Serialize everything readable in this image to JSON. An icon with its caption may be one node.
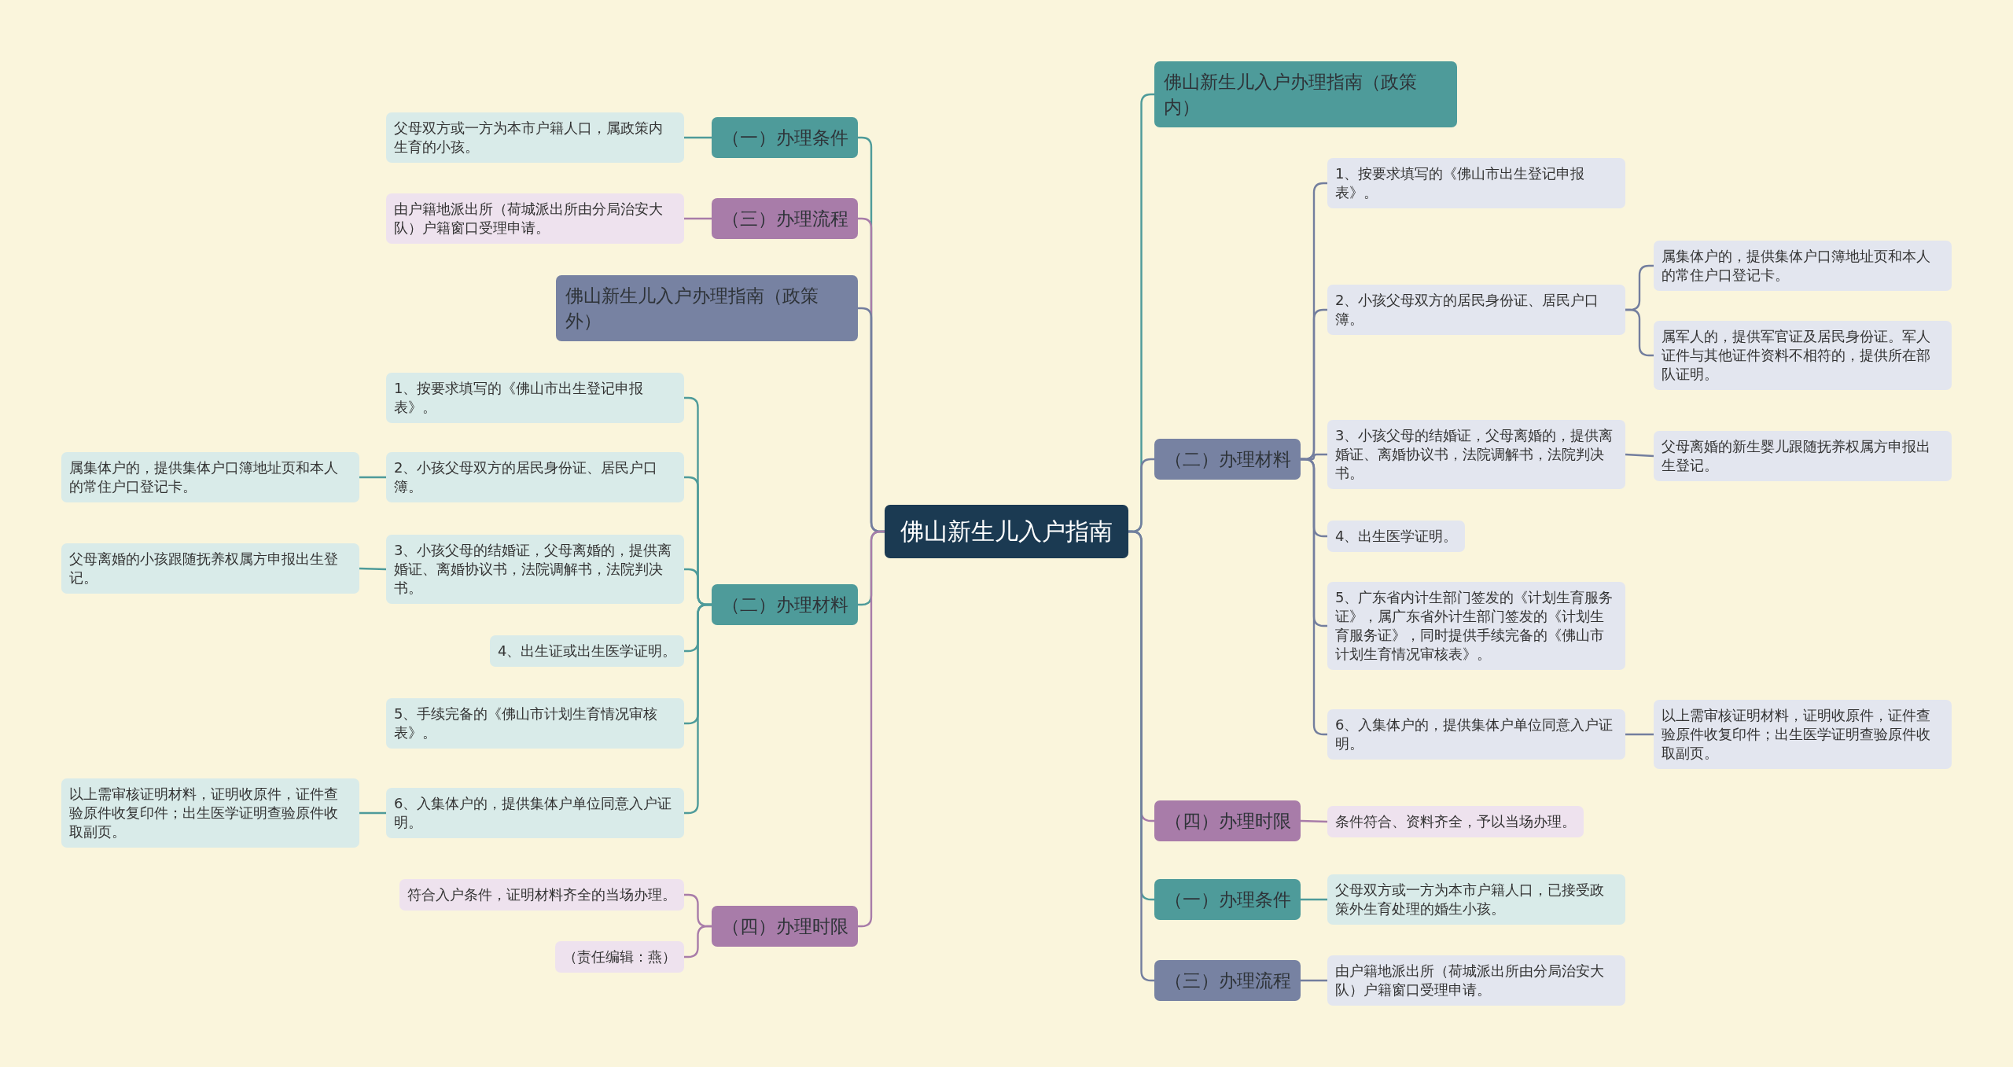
{
  "diagram": {
    "nodes": [
      {
        "text": [
          "佛山新生儿入户指南"
        ]
      },
      {
        "text": [
          "（一）办理条件"
        ]
      },
      {
        "text": [
          "父母双方或一方为本市户籍人口，属政策内生育的小孩。"
        ]
      },
      {
        "text": [
          "（三）办理流程"
        ]
      },
      {
        "text": [
          "由户籍地派出所（荷城派出所由分局治安大队）户籍窗口受理申请。"
        ]
      },
      {
        "text": [
          "佛山新生儿入户办理指南（政策外）"
        ]
      },
      {
        "text": [
          "（二）办理材料"
        ]
      },
      {
        "text": [
          "1、按要求填写的《佛山市出生登记申报表》。"
        ]
      },
      {
        "text": [
          "2、小孩父母双方的居民身份证、居民户口簿。"
        ]
      },
      {
        "text": [
          "属集体户的，提供集体户口簿地址页和本人的常住户口登记卡。"
        ]
      },
      {
        "text": [
          "3、小孩父母的结婚证，父母离婚的，提供离婚证、离婚协议书，法院调解书，法院判决书。"
        ]
      },
      {
        "text": [
          "父母离婚的小孩跟随抚养权属方申报出生登记。"
        ]
      },
      {
        "text": [
          "4、出生证或出生医学证明。"
        ]
      },
      {
        "text": [
          "5、手续完备的《佛山市计划生育情况审核表》。"
        ]
      },
      {
        "text": [
          "6、入集体户的，提供集体户单位同意入户证明。"
        ]
      },
      {
        "text": [
          "以上需审核证明材料，证明收原件，证件查验原件收复印件；出生医学证明查验原件收取副页。"
        ]
      },
      {
        "text": [
          "（四）办理时限"
        ]
      },
      {
        "text": [
          "符合入户条件，证明材料齐全的当场办理。"
        ]
      },
      {
        "text": [
          "（责任编辑：燕）"
        ]
      },
      {
        "text": [
          "佛山新生儿入户办理指南（政策内）"
        ]
      },
      {
        "text": [
          "（二）办理材料"
        ]
      },
      {
        "text": [
          "1、按要求填写的《佛山市出生登记申报表》。"
        ]
      },
      {
        "text": [
          "2、小孩父母双方的居民身份证、居民户口簿。"
        ]
      },
      {
        "text": [
          "属集体户的，提供集体户口簿地址页和本人的常住户口登记卡。"
        ]
      },
      {
        "text": [
          "属军人的，提供军官证及居民身份证。军人证件与其他证件资料不相符的，提供所在部队证明。"
        ]
      },
      {
        "text": [
          "3、小孩父母的结婚证，父母离婚的，提供离婚证、离婚协议书，法院调解书，法院判决书。"
        ]
      },
      {
        "text": [
          "父母离婚的新生婴儿跟随抚养权属方申报出生登记。"
        ]
      },
      {
        "text": [
          "4、出生医学证明。"
        ]
      },
      {
        "text": [
          "5、广东省内计生部门签发的《计划生育服务证》，属广东省外计生部门签发的《计划生育服务证》，同时提供手续完备的《佛山市计划生育情况审核表》。"
        ]
      },
      {
        "text": [
          "6、入集体户的，提供集体户单位同意入户证明。"
        ]
      },
      {
        "text": [
          "以上需审核证明材料，证明收原件，证件查验原件收复印件；出生医学证明查验原件收取副页。"
        ]
      },
      {
        "text": [
          "（四）办理时限"
        ]
      },
      {
        "text": [
          "条件符合、资料齐全，予以当场办理。"
        ]
      },
      {
        "text": [
          "（一）办理条件"
        ]
      },
      {
        "text": [
          "父母双方或一方为本市户籍人口，已接受政策外生育处理的婚生小孩。"
        ]
      },
      {
        "text": [
          "（三）办理流程"
        ]
      },
      {
        "text": [
          "由户籍地派出所（荷城派出所由分局治安大队）户籍窗口受理申请。"
        ]
      }
    ],
    "edges": [
      {
        "from": 0,
        "to": 1,
        "arrow": "none"
      },
      {
        "from": 1,
        "to": 2,
        "arrow": "none"
      },
      {
        "from": 0,
        "to": 3,
        "arrow": "none",
        "color": "#a87ca9"
      },
      {
        "from": 3,
        "to": 4,
        "arrow": "none",
        "color": "#a87ca9"
      },
      {
        "from": 0,
        "to": 5,
        "arrow": "none",
        "color": "#737e9e"
      },
      {
        "from": 0,
        "to": 6,
        "arrow": "none"
      },
      {
        "from": 6,
        "to": 7,
        "arrow": "none"
      },
      {
        "from": 6,
        "to": 8,
        "arrow": "none"
      },
      {
        "from": 8,
        "to": 9,
        "arrow": "none"
      },
      {
        "from": 6,
        "to": 10,
        "arrow": "none"
      },
      {
        "from": 10,
        "to": 11,
        "arrow": "none"
      },
      {
        "from": 6,
        "to": 12,
        "arrow": "none"
      },
      {
        "from": 6,
        "to": 13,
        "arrow": "none"
      },
      {
        "from": 6,
        "to": 14,
        "arrow": "none"
      },
      {
        "from": 14,
        "to": 15,
        "arrow": "none"
      },
      {
        "from": 0,
        "to": 16,
        "arrow": "none",
        "color": "#a87ca9"
      },
      {
        "from": 16,
        "to": 17,
        "arrow": "none",
        "color": "#a87ca9"
      },
      {
        "from": 16,
        "to": 18,
        "arrow": "none",
        "color": "#a87ca9"
      },
      {
        "from": 0,
        "to": 19,
        "arrow": "none"
      },
      {
        "from": 0,
        "to": 20,
        "arrow": "none",
        "color": "#737e9e"
      },
      {
        "from": 20,
        "to": 21,
        "arrow": "none",
        "color": "#737e9e"
      },
      {
        "from": 20,
        "to": 22,
        "arrow": "none",
        "color": "#737e9e"
      },
      {
        "from": 22,
        "to": 23,
        "arrow": "none",
        "color": "#737e9e"
      },
      {
        "from": 22,
        "to": 24,
        "arrow": "none",
        "color": "#737e9e"
      },
      {
        "from": 20,
        "to": 25,
        "arrow": "none",
        "color": "#737e9e"
      },
      {
        "from": 25,
        "to": 26,
        "arrow": "none",
        "color": "#737e9e"
      },
      {
        "from": 20,
        "to": 27,
        "arrow": "none",
        "color": "#737e9e"
      },
      {
        "from": 20,
        "to": 28,
        "arrow": "none",
        "color": "#737e9e"
      },
      {
        "from": 20,
        "to": 29,
        "arrow": "none",
        "color": "#737e9e"
      },
      {
        "from": 29,
        "to": 30,
        "arrow": "none",
        "color": "#737e9e"
      },
      {
        "from": 0,
        "to": 31,
        "arrow": "none",
        "color": "#a87ca9"
      },
      {
        "from": 31,
        "to": 32,
        "arrow": "none",
        "color": "#a87ca9"
      },
      {
        "from": 0,
        "to": 33,
        "arrow": "none"
      },
      {
        "from": 33,
        "to": 34,
        "arrow": "none"
      },
      {
        "from": 0,
        "to": 35,
        "arrow": "none",
        "color": "#737e9e"
      },
      {
        "from": 35,
        "to": 36,
        "arrow": "none",
        "color": "#737e9e"
      }
    ]
  }
}
